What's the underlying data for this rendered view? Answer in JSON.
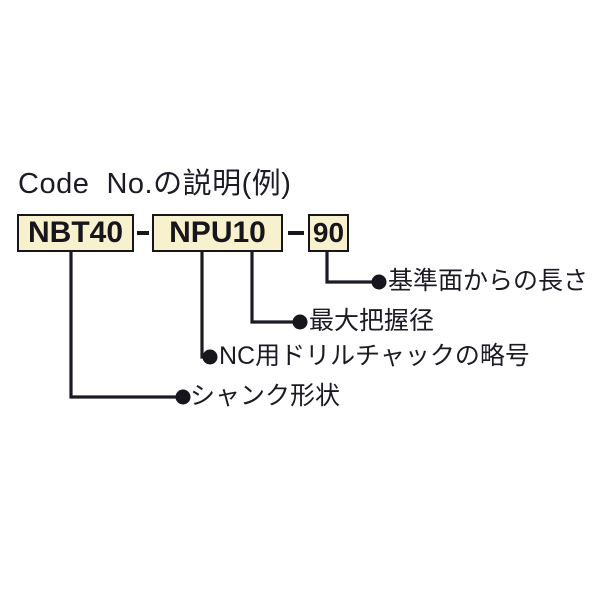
{
  "diagram": {
    "title": "Code  No.の説明(例)",
    "code_boxes": [
      {
        "id": "shank",
        "value": "NBT40"
      },
      {
        "id": "chuck",
        "value": "NPU10"
      },
      {
        "id": "length",
        "value": "90"
      }
    ],
    "separators": [
      "-",
      "-"
    ],
    "callouts": [
      {
        "id": "length",
        "label": "基準面からの長さ"
      },
      {
        "id": "grip",
        "label": "最大把握径"
      },
      {
        "id": "abbrev",
        "label": "NC用ドリルチャックの略号"
      },
      {
        "id": "shank",
        "label": "シャンク形状"
      }
    ],
    "colors": {
      "box_fill": "#f8f1cd",
      "box_border": "#16161c",
      "text": "#1b1b24",
      "leader_line": "#1b1b24",
      "background": "#ffffff"
    }
  }
}
